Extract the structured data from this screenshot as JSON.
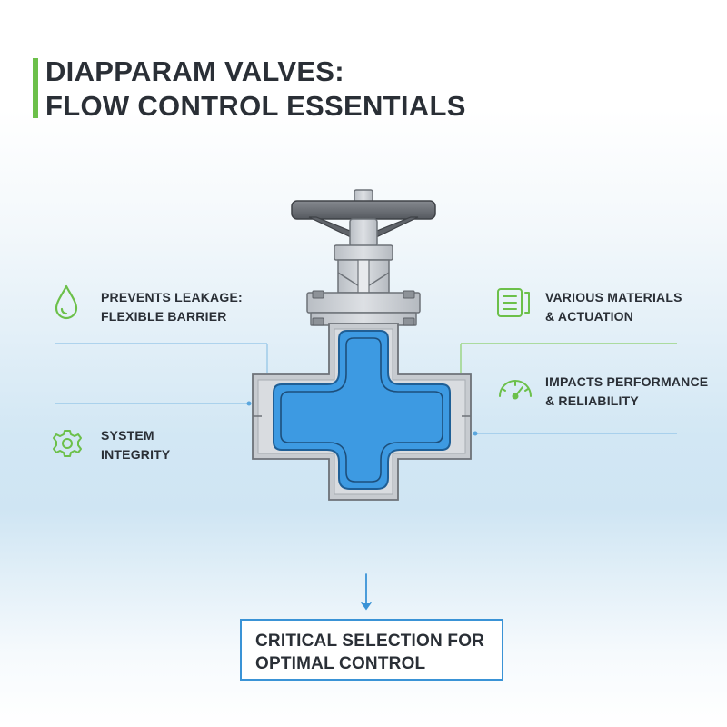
{
  "title": {
    "line1": "DIAPPARAM VALVES:",
    "line2": "FLOW CONTROL ESSENTIALS"
  },
  "features": {
    "leakage": {
      "icon": "droplet-icon",
      "line1": "PREVENTS LEAKAGE:",
      "line2": "FLEXIBLE BARRIER"
    },
    "integrity": {
      "icon": "gear-icon",
      "line1": "SYSTEM",
      "line2": "INTEGRITY"
    },
    "materials": {
      "icon": "document-list-icon",
      "line1": "VARIOUS MATERIALS",
      "line2": "& ACTUATION"
    },
    "performance": {
      "icon": "gauge-icon",
      "line1": "IMPACTS PERFORMANCE",
      "line2": "& RELIABILITY"
    }
  },
  "conclusion": {
    "line1": "CRITICAL SELECTION FOR",
    "line2": "OPTIMAL CONTROL"
  },
  "colors": {
    "accent_green": "#6cc04a",
    "accent_blue": "#3a93d6",
    "fluid_blue": "#3d9ae2",
    "metal_gray": "#c9cdd2",
    "handwheel_gray": "#6b6f75",
    "text_dark": "#2a2f36"
  }
}
